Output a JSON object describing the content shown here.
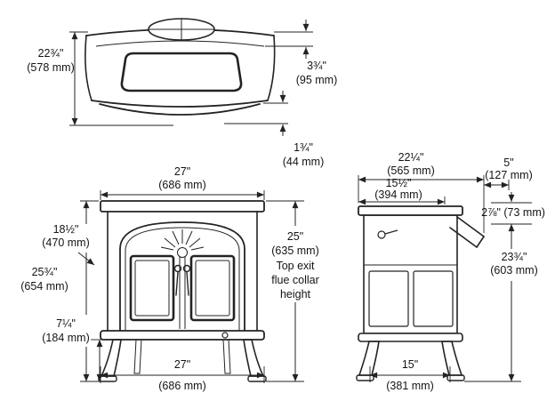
{
  "colors": {
    "line": "#232323",
    "text": "#141414",
    "background": "#ffffff"
  },
  "top_view": {
    "height_in": "22¾\"",
    "height_mm": "(578 mm)",
    "collar_in": "3¾\"",
    "collar_mm": "(95 mm)",
    "lip_in": "1¾\"",
    "lip_mm": "(44 mm)"
  },
  "front_view": {
    "top_width_in": "27\"",
    "top_width_mm": "(686 mm)",
    "glass_in": "18½\"",
    "glass_mm": "(470 mm)",
    "height_in": "25¾\"",
    "height_mm": "(654 mm)",
    "leg_in": "7¼\"",
    "leg_mm": "(184 mm)",
    "flue_in": "25\"",
    "flue_mm": "(635 mm)",
    "flue_note1": "Top exit",
    "flue_note2": "flue collar",
    "flue_note3": "height",
    "bottom_width_in": "27\"",
    "bottom_width_mm": "(686 mm)"
  },
  "side_view": {
    "depth_in": "22¼\"",
    "depth_mm": "(565 mm)",
    "top_depth_in": "15½\"",
    "top_depth_mm": "(394 mm)",
    "flue_in": "5\"",
    "flue_mm": "(127 mm)",
    "offset_label": "2⅞\" (73 mm)",
    "rear_height_in": "23¾\"",
    "rear_height_mm": "(603 mm)",
    "leg_span_in": "15\"",
    "leg_span_mm": "(381 mm)"
  }
}
